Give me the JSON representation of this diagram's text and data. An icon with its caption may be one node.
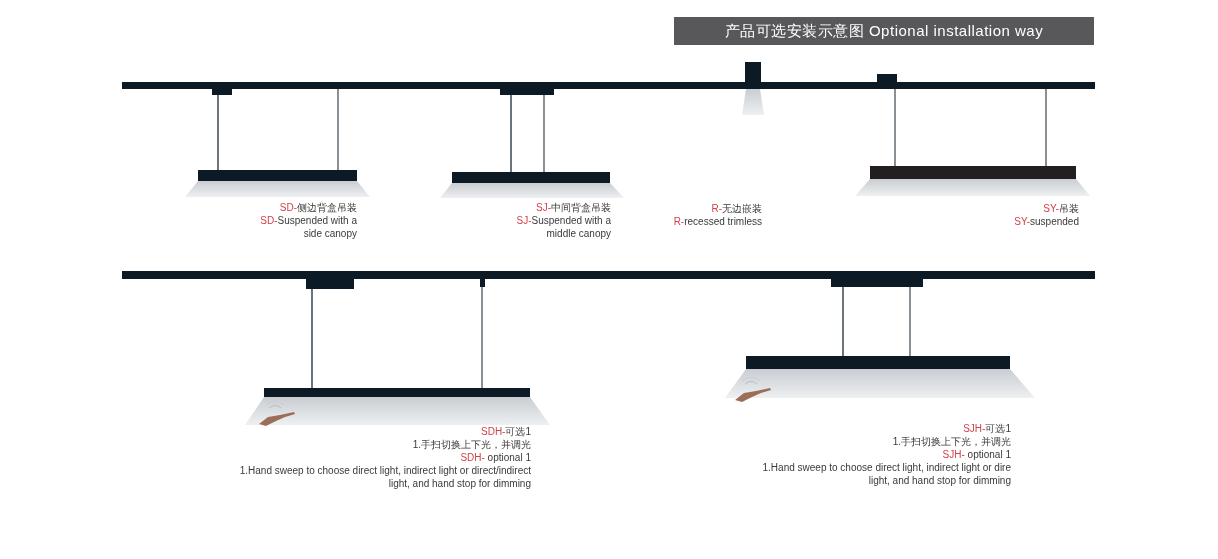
{
  "diagram": {
    "title": "产品可选安装示意图 Optional installation way",
    "labels": [
      "SD-侧边背盒吊装",
      "SD-Suspended with a side canopy",
      "SJ-中间背盒吊装",
      "SJ-Suspended with a middle canopy",
      "R-无边嵌装",
      "R-recessed trimless",
      "SY-吊装",
      "SY-suspended",
      "SDH-可选1",
      "1.手扫切换上下光，并调光",
      "SDH- optional 1",
      "1.Hand sweep to choose direct light, indirect light or direct/indirect light, and hand stop for dimming",
      "SJH-可选1",
      "1.手扫切换上下光，并调光",
      "SJH- optional 1",
      "1.Hand sweep to choose direct light, indirect light or dire light, and hand stop for dimming"
    ]
  }
}
